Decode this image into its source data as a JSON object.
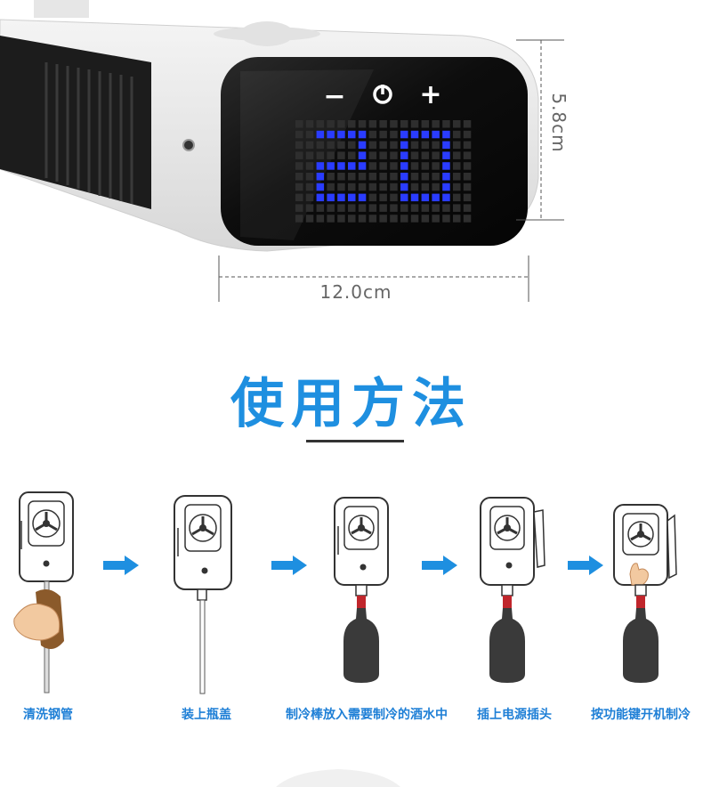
{
  "dimensions": {
    "height_label": "5.8cm",
    "width_label": "12.0cm"
  },
  "display": {
    "minus_symbol": "−",
    "plus_symbol": "+",
    "value": "20",
    "led_color": "#2a3cff"
  },
  "section": {
    "title": "使用方法",
    "title_color": "#1e8fe0"
  },
  "steps": [
    {
      "label": "清洗钢管"
    },
    {
      "label": "装上瓶盖"
    },
    {
      "label": "制冷棒放入需要制冷的酒水中"
    },
    {
      "label": "插上电源插头"
    },
    {
      "label": "按功能键开机制冷"
    }
  ],
  "colors": {
    "arrow": "#1e8fe0",
    "label": "#1e7fd6",
    "bottle": "#3a3a3a",
    "bottle_band": "#c0262c"
  }
}
